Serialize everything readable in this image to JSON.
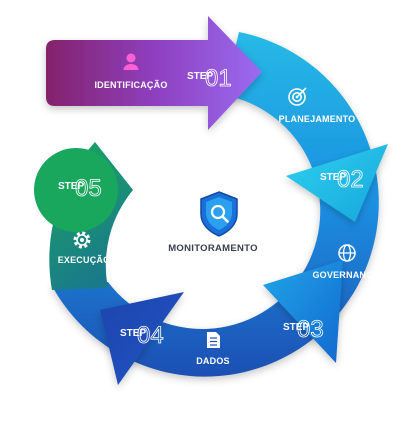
{
  "center": {
    "label": "MONITORAMENTO",
    "icon": "shield-search-icon"
  },
  "steps": [
    {
      "word": "STEP",
      "num": "01",
      "label": "IDENTIFICAÇÃO",
      "icon": "user-icon",
      "color": "#8e3fbf"
    },
    {
      "word": "STEP",
      "num": "02",
      "label": "PLANEJAMENTO",
      "icon": "target-icon",
      "color": "#1aa3dc"
    },
    {
      "word": "STEP",
      "num": "03",
      "label": "GOVERNANÇA",
      "icon": "globe-icon",
      "color": "#1479d6"
    },
    {
      "word": "STEP",
      "num": "04",
      "label": "DADOS",
      "icon": "document-icon",
      "color": "#1c4fb8"
    },
    {
      "word": "STEP",
      "num": "05",
      "label": "EXECUÇÃO",
      "icon": "gear-icon",
      "color": "#14a36a"
    }
  ]
}
